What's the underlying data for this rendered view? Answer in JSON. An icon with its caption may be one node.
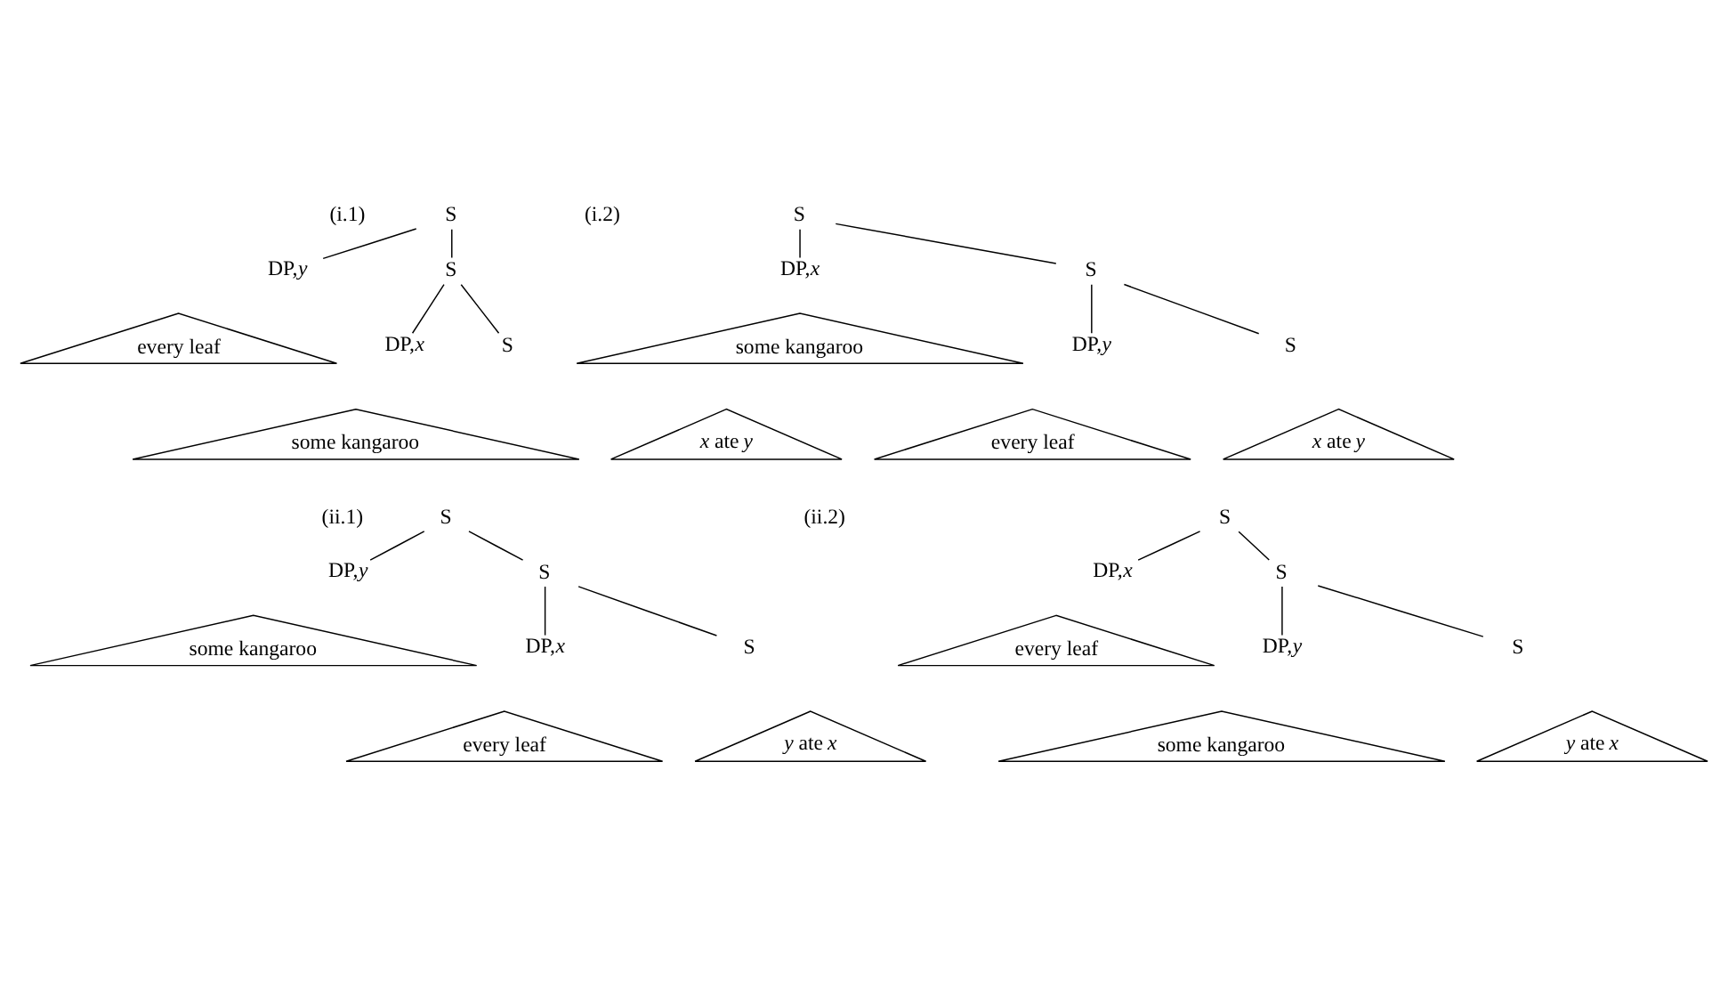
{
  "diagram": {
    "nodes": [
      {
        "text": [
          "S"
        ]
      },
      {
        "text": [
          "DP,*y*"
        ]
      },
      {
        "text": [
          "S"
        ]
      },
      {
        "text": [
          "every leaf"
        ]
      },
      {
        "text": [
          "DP,*x*"
        ]
      },
      {
        "text": [
          "S"
        ]
      },
      {
        "text": [
          "some kangaroo"
        ]
      },
      {
        "text": [
          "*x* ate *y*"
        ]
      },
      {
        "text": [
          "S"
        ]
      },
      {
        "text": [
          "DP,*x*"
        ]
      },
      {
        "text": [
          "S"
        ]
      },
      {
        "text": [
          "some kangaroo"
        ]
      },
      {
        "text": [
          "DP,*y*"
        ]
      },
      {
        "text": [
          "S"
        ]
      },
      {
        "text": [
          "every leaf"
        ]
      },
      {
        "text": [
          "*x* ate *y*"
        ]
      },
      {
        "text": [
          "S"
        ]
      },
      {
        "text": [
          "DP,*y*"
        ]
      },
      {
        "text": [
          "S"
        ]
      },
      {
        "text": [
          "some kangaroo"
        ]
      },
      {
        "text": [
          "DP,*x*"
        ]
      },
      {
        "text": [
          "S"
        ]
      },
      {
        "text": [
          "every leaf"
        ]
      },
      {
        "text": [
          "*y* ate *x*"
        ]
      },
      {
        "text": [
          "S"
        ]
      },
      {
        "text": [
          "DP,*x*"
        ]
      },
      {
        "text": [
          "S"
        ]
      },
      {
        "text": [
          "every leaf"
        ]
      },
      {
        "text": [
          "DP,*y*"
        ]
      },
      {
        "text": [
          "S"
        ]
      },
      {
        "text": [
          "some kangaroo"
        ]
      },
      {
        "text": [
          "*y* ate *x*"
        ]
      }
    ],
    "edges": [
      {
        "from": 0,
        "to": 1,
        "arrow": "none"
      },
      {
        "from": 0,
        "to": 2,
        "arrow": "none"
      },
      {
        "from": 2,
        "to": 4,
        "arrow": "none"
      },
      {
        "from": 2,
        "to": 5,
        "arrow": "none"
      },
      {
        "from": 8,
        "to": 9,
        "arrow": "none"
      },
      {
        "from": 8,
        "to": 10,
        "arrow": "none"
      },
      {
        "from": 10,
        "to": 12,
        "arrow": "none"
      },
      {
        "from": 10,
        "to": 13,
        "arrow": "none"
      },
      {
        "from": 16,
        "to": 17,
        "arrow": "none"
      },
      {
        "from": 16,
        "to": 18,
        "arrow": "none"
      },
      {
        "from": 18,
        "to": 20,
        "arrow": "none"
      },
      {
        "from": 18,
        "to": 21,
        "arrow": "none"
      },
      {
        "from": 24,
        "to": 25,
        "arrow": "none"
      },
      {
        "from": 24,
        "to": 26,
        "arrow": "none"
      },
      {
        "from": 26,
        "to": 28,
        "arrow": "none"
      },
      {
        "from": 26,
        "to": 29,
        "arrow": "none"
      }
    ],
    "labels": [
      "(i.1)",
      "(i.2)",
      "(ii.1)",
      "(ii.2)"
    ]
  }
}
